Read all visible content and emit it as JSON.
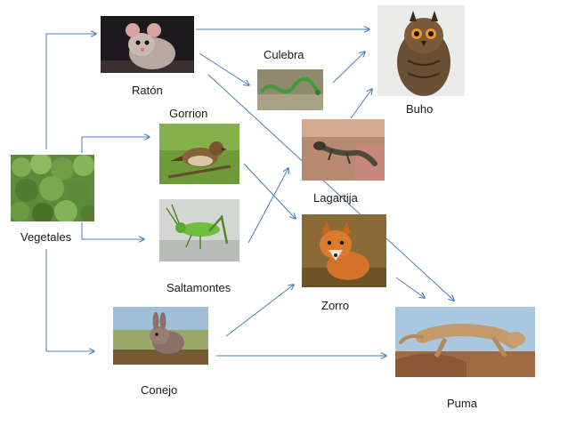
{
  "organisms": {
    "vegetales": "Vegetales",
    "raton": "Ratón",
    "gorrion": "Gorrion",
    "saltamontes": "Saltamontes",
    "conejo": "Conejo",
    "culebra": "Culebra",
    "lagartija": "Lagartija",
    "zorro": "Zorro",
    "buho": "Buho",
    "puma": "Puma"
  },
  "arrows": [
    {
      "from": "vegetales",
      "to": "raton"
    },
    {
      "from": "vegetales",
      "to": "gorrion"
    },
    {
      "from": "vegetales",
      "to": "saltamontes"
    },
    {
      "from": "vegetales",
      "to": "conejo"
    },
    {
      "from": "raton",
      "to": "buho"
    },
    {
      "from": "raton",
      "to": "culebra"
    },
    {
      "from": "raton",
      "to": "puma"
    },
    {
      "from": "culebra",
      "to": "buho"
    },
    {
      "from": "lagartija",
      "to": "buho"
    },
    {
      "from": "gorrion",
      "to": "zorro"
    },
    {
      "from": "saltamontes",
      "to": "lagartija"
    },
    {
      "from": "conejo",
      "to": "zorro"
    },
    {
      "from": "conejo",
      "to": "puma"
    },
    {
      "from": "zorro",
      "to": "puma"
    }
  ],
  "colors": {
    "arrow": "#4a7ebb"
  }
}
